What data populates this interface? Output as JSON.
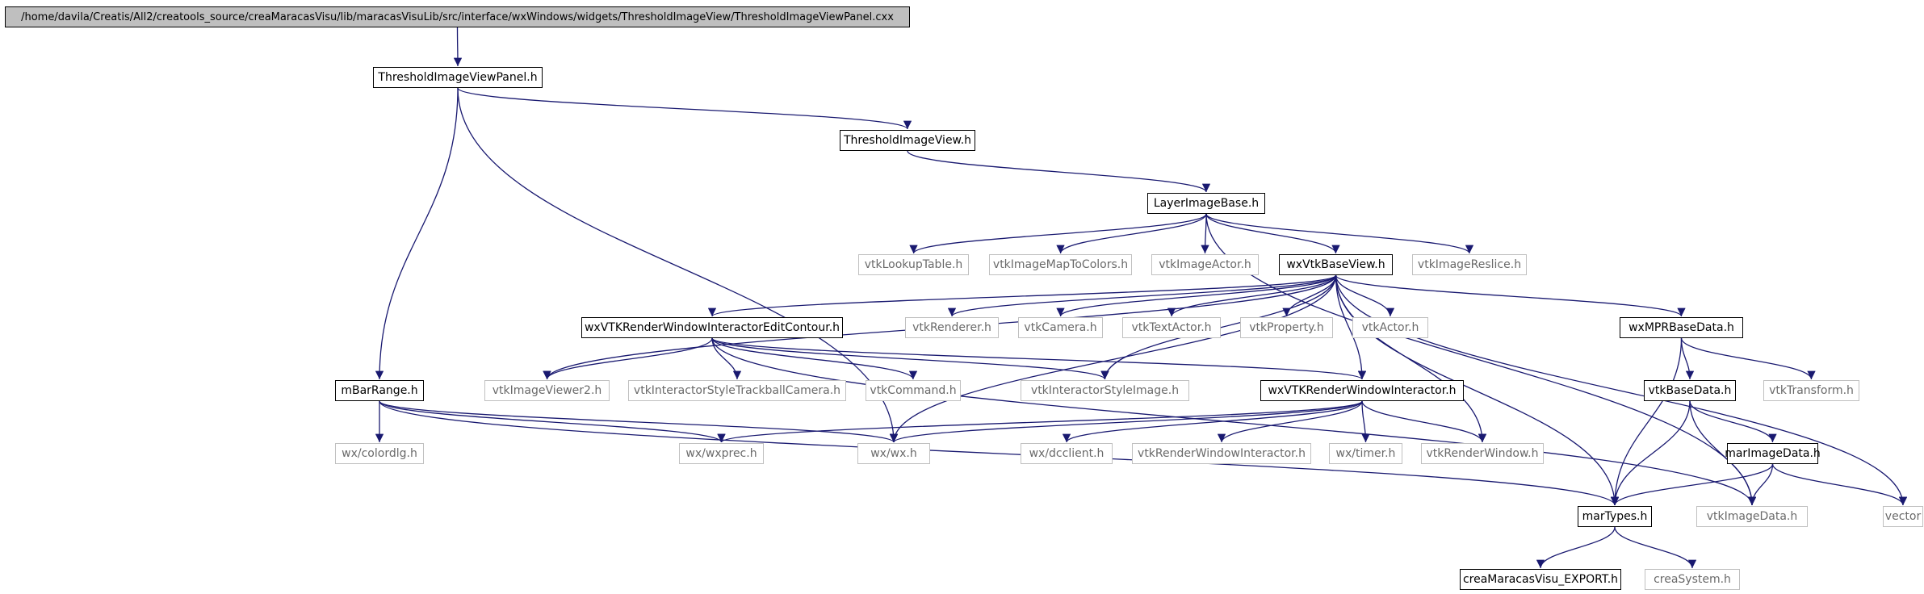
{
  "graph": {
    "root": "/home/davila/Creatis/All2/creatools_source/creaMaracasVisu/lib/maracasVisuLib/src/interface/wxWindows/widgets/ThresholdImageView/ThresholdImageViewPanel.cxx",
    "edge_color": "#191970",
    "nodes": [
      {
        "id": "root",
        "label": "/home/davila/Creatis/All2/creatools_source/creaMaracasVisu/lib/maracasVisuLib/src/interface/wxWindows/widgets/ThresholdImageView/ThresholdImageViewPanel.cxx",
        "kind": "root"
      },
      {
        "id": "tivp",
        "label": "ThresholdImageViewPanel.h",
        "kind": "local"
      },
      {
        "id": "tiv",
        "label": "ThresholdImageView.h",
        "kind": "local"
      },
      {
        "id": "lib",
        "label": "LayerImageBase.h",
        "kind": "local"
      },
      {
        "id": "lut",
        "label": "vtkLookupTable.h",
        "kind": "external"
      },
      {
        "id": "imtc",
        "label": "vtkImageMapToColors.h",
        "kind": "external"
      },
      {
        "id": "iact",
        "label": "vtkImageActor.h",
        "kind": "external"
      },
      {
        "id": "wvbv",
        "label": "wxVtkBaseView.h",
        "kind": "local"
      },
      {
        "id": "resl",
        "label": "vtkImageReslice.h",
        "kind": "external"
      },
      {
        "id": "wxec",
        "label": "wxVTKRenderWindowInteractorEditContour.h",
        "kind": "local"
      },
      {
        "id": "ren",
        "label": "vtkRenderer.h",
        "kind": "external"
      },
      {
        "id": "cam",
        "label": "vtkCamera.h",
        "kind": "external"
      },
      {
        "id": "tact",
        "label": "vtkTextActor.h",
        "kind": "external"
      },
      {
        "id": "prop",
        "label": "vtkProperty.h",
        "kind": "external"
      },
      {
        "id": "act",
        "label": "vtkActor.h",
        "kind": "external"
      },
      {
        "id": "mpr",
        "label": "wxMPRBaseData.h",
        "kind": "local"
      },
      {
        "id": "mbr",
        "label": "mBarRange.h",
        "kind": "local"
      },
      {
        "id": "iv2",
        "label": "vtkImageViewer2.h",
        "kind": "external"
      },
      {
        "id": "istc",
        "label": "vtkInteractorStyleTrackballCamera.h",
        "kind": "external"
      },
      {
        "id": "cmd",
        "label": "vtkCommand.h",
        "kind": "external"
      },
      {
        "id": "isi",
        "label": "vtkInteractorStyleImage.h",
        "kind": "external"
      },
      {
        "id": "wxrwi",
        "label": "wxVTKRenderWindowInteractor.h",
        "kind": "local"
      },
      {
        "id": "vbd",
        "label": "vtkBaseData.h",
        "kind": "local"
      },
      {
        "id": "tr",
        "label": "vtkTransform.h",
        "kind": "external"
      },
      {
        "id": "cdlg",
        "label": "wx/colordlg.h",
        "kind": "external"
      },
      {
        "id": "prec",
        "label": "wx/wxprec.h",
        "kind": "external"
      },
      {
        "id": "wxh",
        "label": "wx/wx.h",
        "kind": "external"
      },
      {
        "id": "dcc",
        "label": "wx/dcclient.h",
        "kind": "external"
      },
      {
        "id": "rwi",
        "label": "vtkRenderWindowInteractor.h",
        "kind": "external"
      },
      {
        "id": "tmr",
        "label": "wx/timer.h",
        "kind": "external"
      },
      {
        "id": "rw",
        "label": "vtkRenderWindow.h",
        "kind": "external"
      },
      {
        "id": "mid",
        "label": "marImageData.h",
        "kind": "local"
      },
      {
        "id": "mt",
        "label": "marTypes.h",
        "kind": "local"
      },
      {
        "id": "vid",
        "label": "vtkImageData.h",
        "kind": "external"
      },
      {
        "id": "vec",
        "label": "vector",
        "kind": "external"
      },
      {
        "id": "exp",
        "label": "creaMaracasVisu_EXPORT.h",
        "kind": "local"
      },
      {
        "id": "sys",
        "label": "creaSystem.h",
        "kind": "external"
      }
    ],
    "edges": [
      [
        "root",
        "tivp"
      ],
      [
        "tivp",
        "tiv"
      ],
      [
        "tivp",
        "mbr"
      ],
      [
        "tivp",
        "wxh"
      ],
      [
        "tiv",
        "lib"
      ],
      [
        "lib",
        "lut"
      ],
      [
        "lib",
        "imtc"
      ],
      [
        "lib",
        "iact"
      ],
      [
        "lib",
        "wvbv"
      ],
      [
        "lib",
        "resl"
      ],
      [
        "lib",
        "vid"
      ],
      [
        "wvbv",
        "wxec"
      ],
      [
        "wvbv",
        "ren"
      ],
      [
        "wvbv",
        "cam"
      ],
      [
        "wvbv",
        "tact"
      ],
      [
        "wvbv",
        "prop"
      ],
      [
        "wvbv",
        "act"
      ],
      [
        "wvbv",
        "mpr"
      ],
      [
        "wvbv",
        "iv2"
      ],
      [
        "wvbv",
        "isi"
      ],
      [
        "wvbv",
        "wxrwi"
      ],
      [
        "wvbv",
        "wxh"
      ],
      [
        "wvbv",
        "rw"
      ],
      [
        "wvbv",
        "mt"
      ],
      [
        "wvbv",
        "vec"
      ],
      [
        "wxec",
        "iv2"
      ],
      [
        "wxec",
        "istc"
      ],
      [
        "wxec",
        "cmd"
      ],
      [
        "wxec",
        "isi"
      ],
      [
        "wxec",
        "wxrwi"
      ],
      [
        "wxec",
        "vid"
      ],
      [
        "wxrwi",
        "prec"
      ],
      [
        "wxrwi",
        "wxh"
      ],
      [
        "wxrwi",
        "dcc"
      ],
      [
        "wxrwi",
        "rwi"
      ],
      [
        "wxrwi",
        "tmr"
      ],
      [
        "wxrwi",
        "rw"
      ],
      [
        "mpr",
        "vbd"
      ],
      [
        "mpr",
        "tr"
      ],
      [
        "mpr",
        "mt"
      ],
      [
        "vbd",
        "mid"
      ],
      [
        "vbd",
        "mt"
      ],
      [
        "vbd",
        "vid"
      ],
      [
        "mid",
        "mt"
      ],
      [
        "mid",
        "vid"
      ],
      [
        "mid",
        "vec"
      ],
      [
        "mbr",
        "cdlg"
      ],
      [
        "mbr",
        "prec"
      ],
      [
        "mbr",
        "wxh"
      ],
      [
        "mbr",
        "mt"
      ],
      [
        "mt",
        "exp"
      ],
      [
        "mt",
        "sys"
      ]
    ]
  }
}
